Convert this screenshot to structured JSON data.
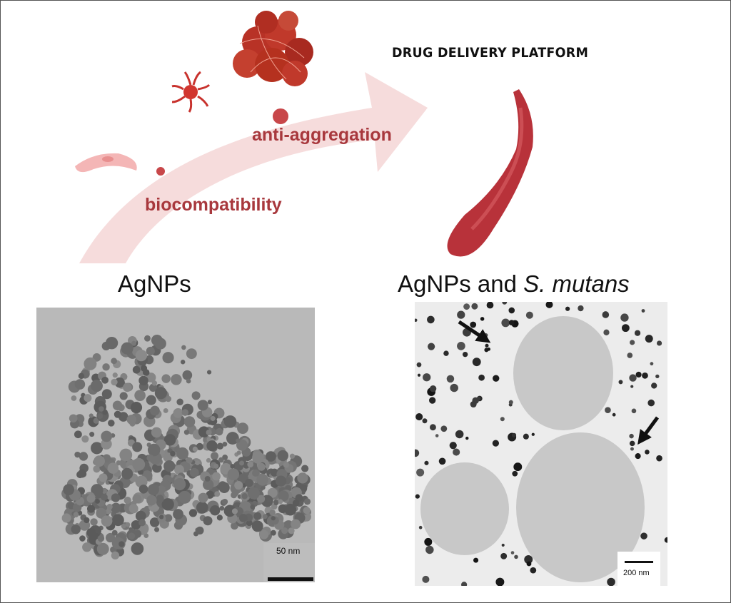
{
  "header": {
    "title": "DRUG DELIVERY PLATFORM"
  },
  "diagram": {
    "labels": {
      "anti_aggregation": "anti-aggregation",
      "biocompatibility": "biocompatibility"
    },
    "colors": {
      "arrow": "#f6dcdc",
      "accent_red": "#a8383d",
      "vessel": "#b8323a",
      "cluster": "#c0392b"
    },
    "icons": [
      "red-blood-cell-cluster-icon",
      "platelet-icon",
      "endothelial-cell-icon",
      "blood-vessel-icon",
      "curved-arrow-icon"
    ]
  },
  "panels": {
    "left": {
      "caption": "AgNPs",
      "scale_bar": "50 nm"
    },
    "right": {
      "caption_prefix": "AgNPs and ",
      "caption_species": "S. mutans",
      "scale_bar": "200 nm"
    }
  }
}
